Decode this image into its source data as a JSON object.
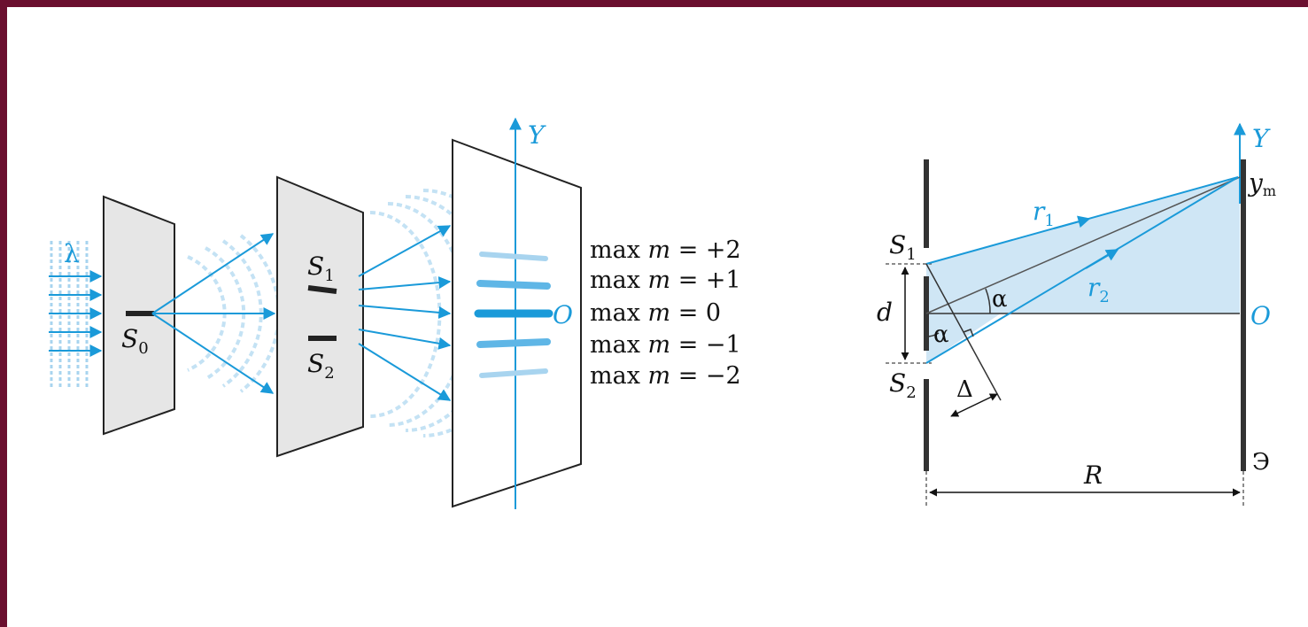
{
  "left_figure": {
    "wavelength_label": "λ",
    "source_label": "S",
    "source_sub": "0",
    "slit1_label": "S",
    "slit1_sub": "1",
    "slit2_label": "S",
    "slit2_sub": "2",
    "axis_label": "Y",
    "origin_label": "O",
    "maxima": [
      {
        "prefix": "max ",
        "var": "m",
        "value": " = +2"
      },
      {
        "prefix": "max ",
        "var": "m",
        "value": " = +1"
      },
      {
        "prefix": "max ",
        "var": "m",
        "value": " = 0"
      },
      {
        "prefix": "max ",
        "var": "m",
        "value": " = −1"
      },
      {
        "prefix": "max ",
        "var": "m",
        "value": " = −2"
      }
    ]
  },
  "right_figure": {
    "slit1_label": "S",
    "slit1_sub": "1",
    "slit2_label": "S",
    "slit2_sub": "2",
    "distance_label": "d",
    "angle_upper": "α",
    "angle_lower": "α",
    "path_diff_label": "Δ",
    "ray1_label": "r",
    "ray1_sub": "1",
    "ray2_label": "r",
    "ray2_sub": "2",
    "axis_label": "Y",
    "point_label": "y",
    "point_sub": "m",
    "origin_label": "O",
    "screen_label": "Э",
    "screen_distance_label": "R"
  },
  "colors": {
    "border": "#6b0f2f",
    "blue": "#1a9ad9",
    "light_blue": "#cfe6f5",
    "panel_gray": "#e6e6e6"
  }
}
